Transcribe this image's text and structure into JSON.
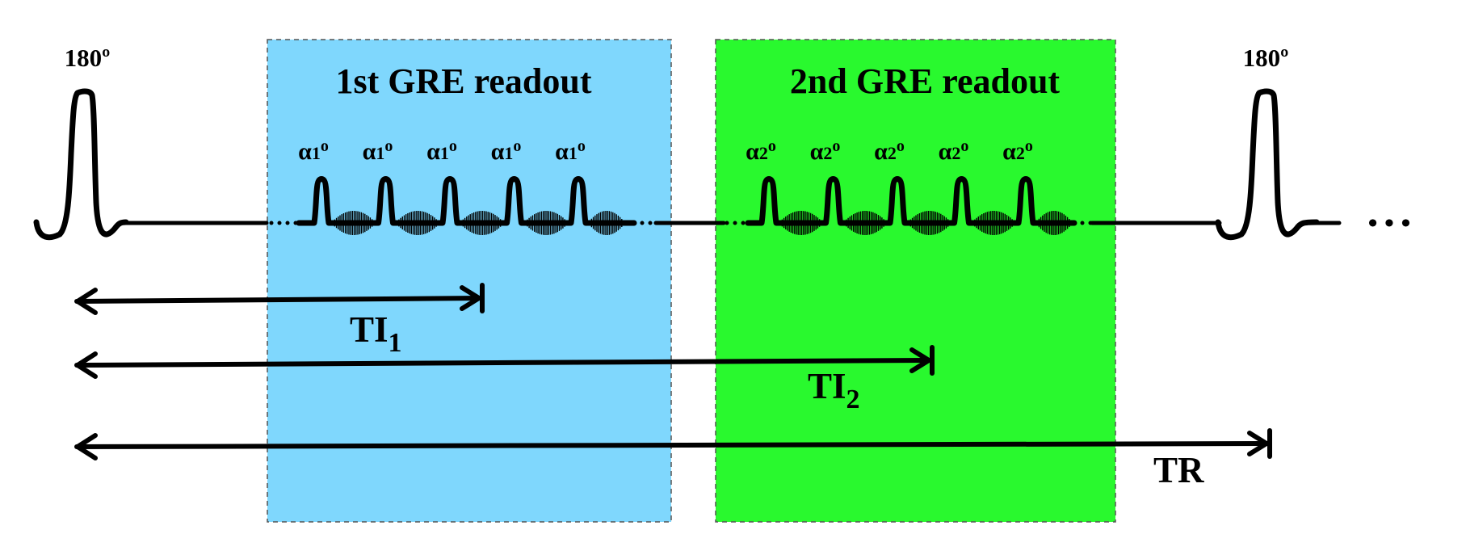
{
  "pulse": {
    "first_label": "180º",
    "last_label": "180º"
  },
  "readouts": [
    {
      "title": "1st GRE readout",
      "fill": "#7fd7fd",
      "flip_main": "α",
      "flip_sub": "1",
      "flip_deg": "o",
      "pulse_count": 5
    },
    {
      "title": "2nd GRE readout",
      "fill": "#29f92e",
      "flip_main": "α",
      "flip_sub": "2",
      "flip_deg": "o",
      "pulse_count": 5
    }
  ],
  "timings": [
    {
      "main": "TI",
      "sub": "1"
    },
    {
      "main": "TI",
      "sub": "2"
    },
    {
      "main": "TR",
      "sub": ""
    }
  ],
  "ellipsis": "• • •"
}
